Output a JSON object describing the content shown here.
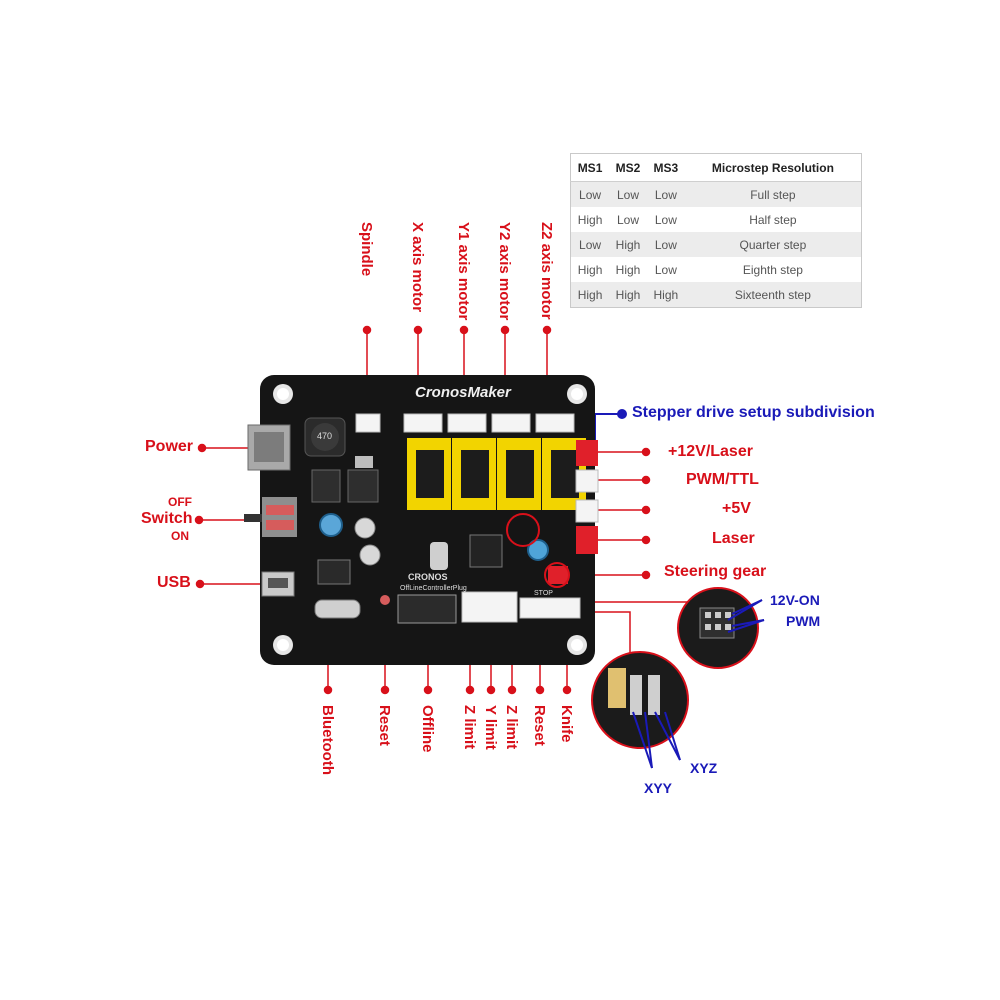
{
  "table": {
    "headers": [
      "MS1",
      "MS2",
      "MS3",
      "Microstep Resolution"
    ],
    "rows": [
      [
        "Low",
        "Low",
        "Low",
        "Full step"
      ],
      [
        "High",
        "Low",
        "Low",
        "Half step"
      ],
      [
        "Low",
        "High",
        "Low",
        "Quarter step"
      ],
      [
        "High",
        "High",
        "Low",
        "Eighth step"
      ],
      [
        "High",
        "High",
        "High",
        "Sixteenth step"
      ]
    ]
  },
  "labels": {
    "top": [
      "Spindle",
      "X axis motor",
      "Y1 axis motor",
      "Y2 axis motor",
      "Z2 axis motor"
    ],
    "left": {
      "power": "Power",
      "off": "OFF",
      "switch": "Switch",
      "on": "ON",
      "usb": "USB"
    },
    "right": {
      "stepper": "Stepper drive setup subdivision",
      "laser12v": "+12V/Laser",
      "pwm_ttl": "PWM/TTL",
      "plus5v": "+5V",
      "laser": "Laser",
      "steering": "Steering gear",
      "on12v": "12V-ON",
      "pwm": "PWM"
    },
    "bottom": [
      "Bluetooth",
      "Reset",
      "Offline",
      "Z limit",
      "Y limit",
      "Z limit",
      "Reset",
      "Knife"
    ],
    "xyz": "XYZ",
    "xyy": "XYY"
  },
  "board": {
    "brand": "CronosMaker",
    "logo": "CRONOS",
    "inductor": "470",
    "offline_plug": "OffLineControllerPlug",
    "stop": "STOP"
  },
  "colors": {
    "label_red": "#d8101a",
    "label_blue": "#1a1ab8",
    "pcb": "#151515",
    "driver_yellow": "#f2d400",
    "connector_white": "#f4f4f4",
    "connector_red": "#e0202a"
  }
}
